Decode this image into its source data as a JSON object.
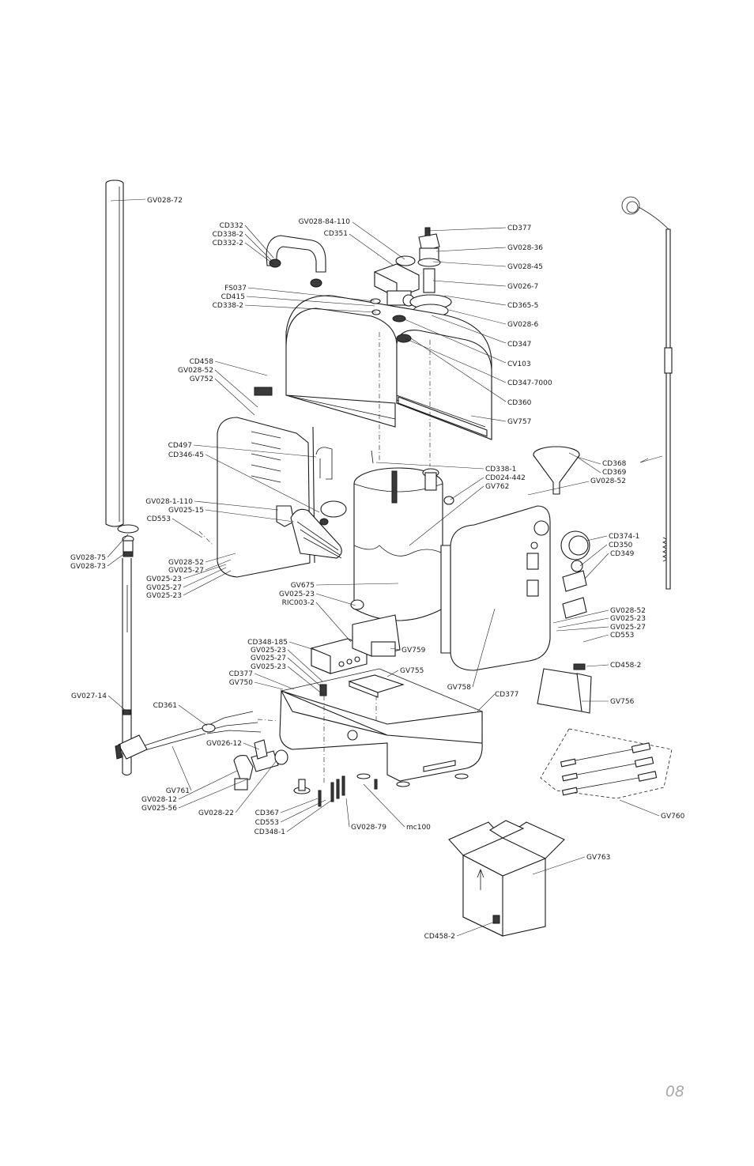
{
  "page_number": "08",
  "labels": {
    "gv028_72": "GV028-72",
    "gv028_84_110": "GV028-84-110",
    "cd351": "CD351",
    "cd332": "CD332",
    "cd338_2_a": "CD338-2",
    "cd332_2": "CD332-2",
    "cd377_a": "CD377",
    "gv028_36": "GV028-36",
    "gv028_45": "GV028-45",
    "gv026_7": "GV026-7",
    "fs037": "FS037",
    "cd415": "CD415",
    "cd338_2_b": "CD338-2",
    "cd365_5": "CD365-5",
    "gv028_6": "GV028-6",
    "cd347": "CD347",
    "cv103": "CV103",
    "cd347_7000": "CD347-7000",
    "cd360": "CD360",
    "gv757": "GV757",
    "cd458": "CD458",
    "gv028_52_a": "GV028-52",
    "gv752": "GV752",
    "cd497": "CD497",
    "cd346_45": "CD346-45",
    "cd338_1": "CD338-1",
    "cd024_442": "CD024-442",
    "gv762": "GV762",
    "cd368": "CD368",
    "cd369": "CD369",
    "gv028_52_b": "GV028-52",
    "gv028_1_110": "GV028-1-110",
    "gv025_15": "GV025-15",
    "cd553_a": "CD553",
    "cd374_1": "CD374-1",
    "cd350": "CD350",
    "cd349": "CD349",
    "gv028_75": "GV028-75",
    "gv028_73": "GV028-73",
    "gv028_52_c": "GV028-52",
    "gv025_27_a": "GV025-27",
    "gv025_23_a": "GV025-23",
    "gv025_27_b": "GV025-27",
    "gv025_23_b": "GV025-23",
    "gv675": "GV675",
    "gv025_23_c": "GV025-23",
    "ric003_2": "RIC003-2",
    "gv028_52_d": "GV028-52",
    "gv025_23_d": "GV025-23",
    "gv025_27_c": "GV025-27",
    "cd553_b": "CD553",
    "cd348_185": "CD348-185",
    "gv025_23_e": "GV025-23",
    "gv025_27_d": "GV025-27",
    "gv025_23_f": "GV025-23",
    "cd377_b": "CD377",
    "gv750": "GV750",
    "gv759": "GV759",
    "gv755": "GV755",
    "gv758": "GV758",
    "cd377_c": "CD377",
    "cd458_2_a": "CD458-2",
    "gv756": "GV756",
    "gv027_14": "GV027-14",
    "cd361": "CD361",
    "gv026_12": "GV026-12",
    "gv761": "GV761",
    "gv028_12": "GV028-12",
    "gv025_56": "GV025-56",
    "gv028_22": "GV028-22",
    "cd367": "CD367",
    "cd553_c": "CD553",
    "cd348_1": "CD348-1",
    "gv028_79": "GV028-79",
    "mc100": "mc100",
    "gv760": "GV760",
    "gv763": "GV763",
    "cd458_2_b": "CD458-2"
  }
}
